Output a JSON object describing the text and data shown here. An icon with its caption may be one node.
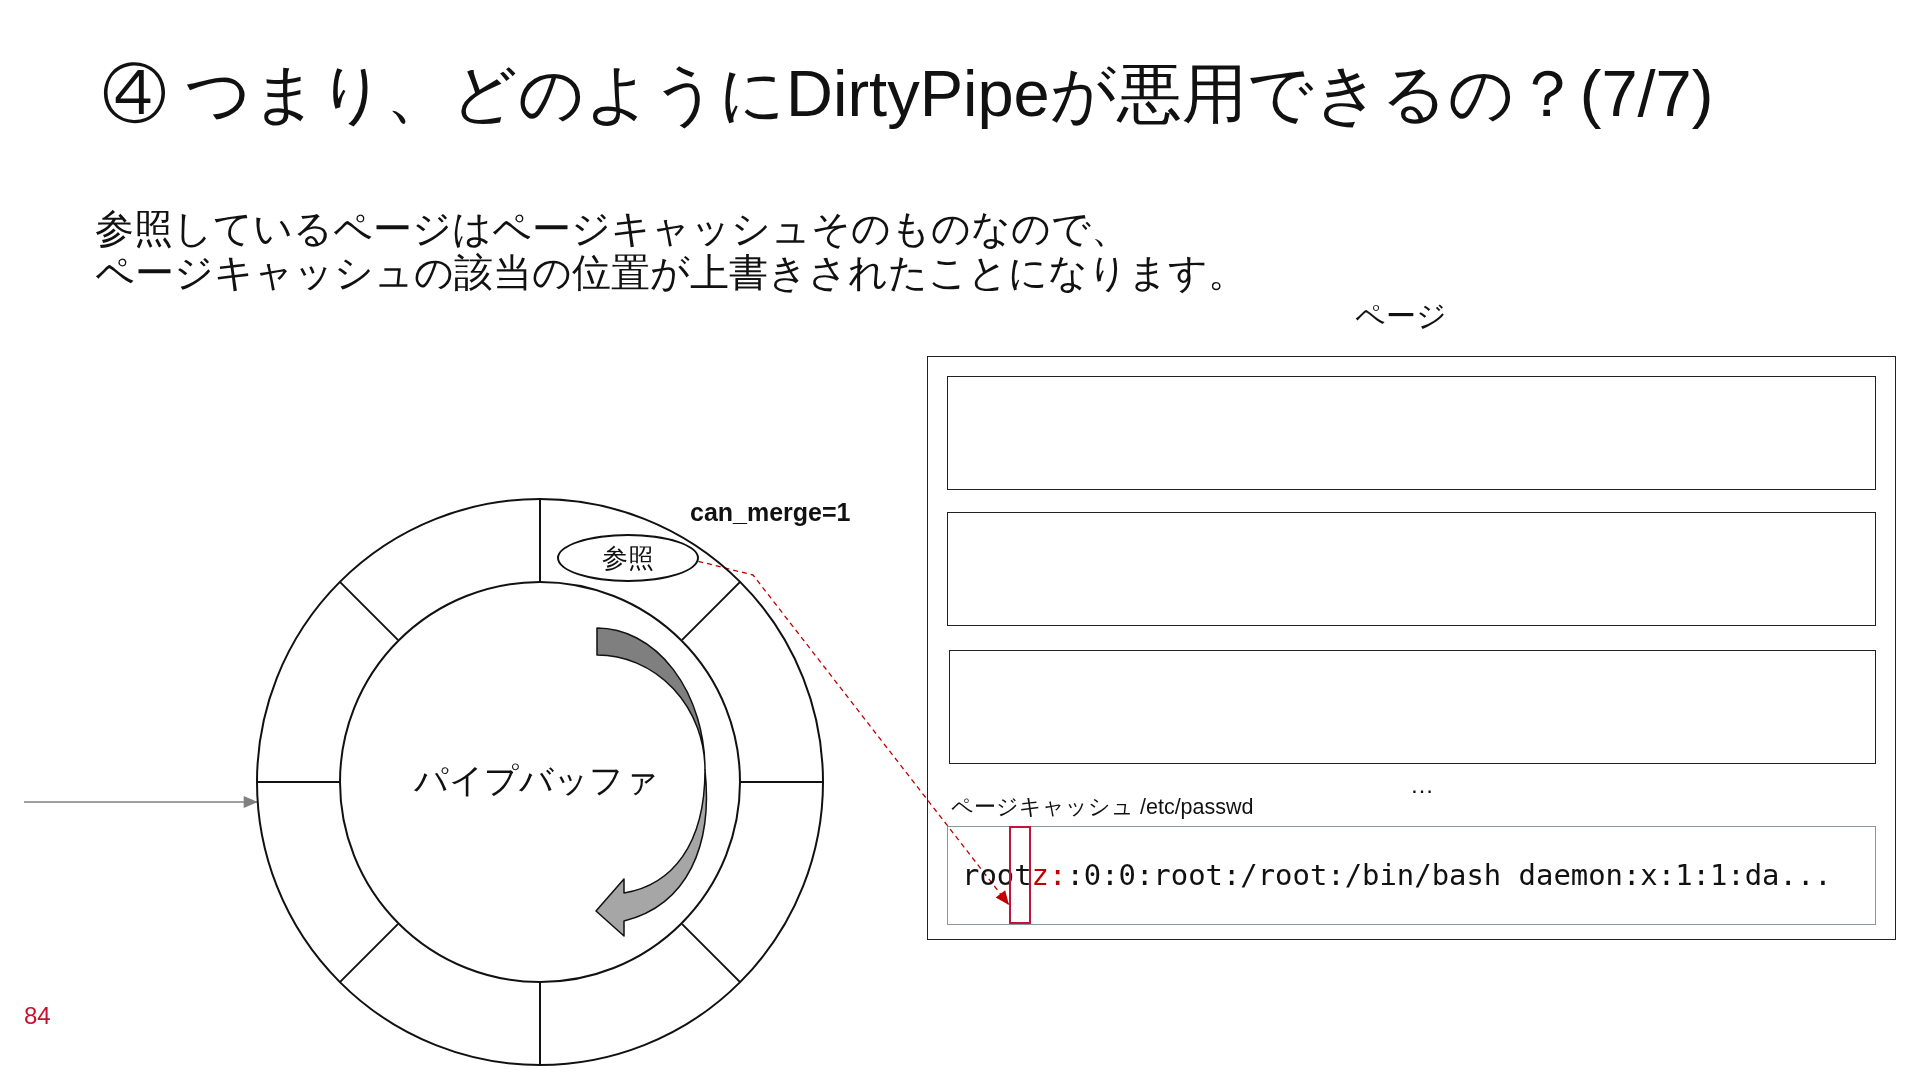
{
  "diagram": {
    "title": "④ つまり、どのようにDirtyPipeが悪用できるの？(7/7)",
    "nodes": [
      {
        "text": [],
        "shape": "circle"
      },
      {
        "text": [
          "参照"
        ],
        "in": 0,
        "beside": [
          "can_merge=1"
        ]
      },
      {
        "text": [
          "パイプバッファ"
        ],
        "in": 0
      },
      {
        "text": [
          "ページ"
        ]
      },
      {
        "text": [],
        "shape": "box",
        "in": 3
      },
      {
        "text": [],
        "shape": "box",
        "in": 3
      },
      {
        "text": [],
        "shape": "box",
        "in": 3
      },
      {
        "text": [
          "ページキャッシュ /etc/passwd",
          "rootz::0:0:root:/root:/bin/bash daemon:x:1:1:da..."
        ],
        "in": 3
      },
      {
        "text": [],
        "shape": "box",
        "in": 7
      }
    ],
    "edges": [
      {
        "from": null,
        "to": 0,
        "arrow": "to",
        "color": "#808080"
      },
      {
        "from": 1,
        "to": 8,
        "arrow": "to",
        "style": "dashed",
        "color": "#c00000"
      }
    ],
    "labels": [
      "参照しているページはページキャッシュそのものなので、ページキャッシュの該当の位置が上書きされたことになります。",
      "…",
      "84"
    ]
  }
}
